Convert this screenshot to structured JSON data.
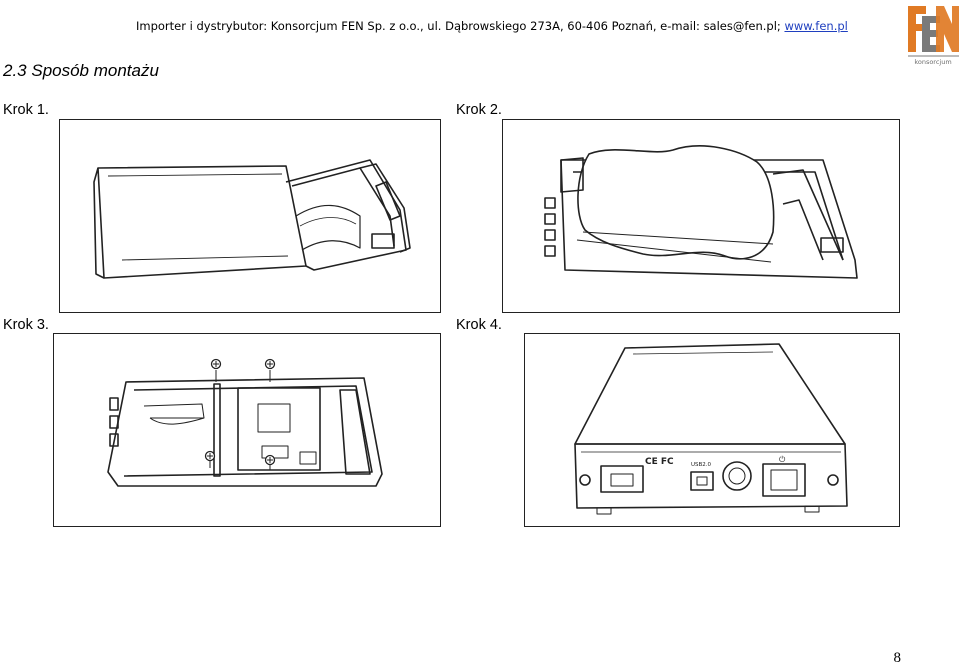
{
  "header": {
    "text": "Importer i dystrybutor: Konsorcjum FEN Sp. z o.o., ul. Dąbrowskiego 273A, 60-406 Poznań, e-mail: sales@fen.pl; ",
    "link": "www.fen.pl"
  },
  "logo": {
    "letters": "FEN",
    "subtitle": "konsorcjum",
    "brand_orange": "#e07a24",
    "brand_gray": "#6e6e6e"
  },
  "section_title": "2.3 Sposób montażu",
  "steps": [
    {
      "label": "Krok 1."
    },
    {
      "label": "Krok 2."
    },
    {
      "label": "Krok 3."
    },
    {
      "label": "Krok 4."
    }
  ],
  "figure4_labels": {
    "usb": "USB2.0"
  },
  "page_number": "8"
}
